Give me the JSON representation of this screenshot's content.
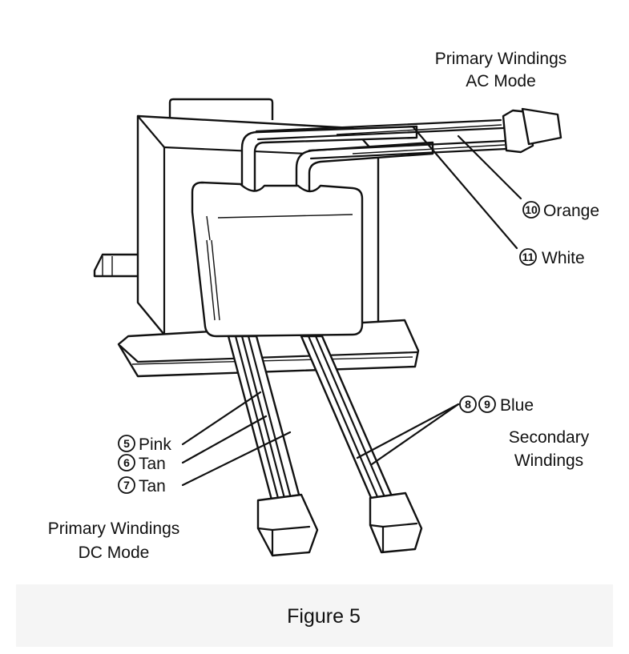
{
  "labels": {
    "top_title_1": "Primary Windings",
    "top_title_2": "AC Mode",
    "w10_num": "10",
    "w10_color": "Orange",
    "w11_num": "11",
    "w11_color": "White",
    "w8_num": "8",
    "w9_num": "9",
    "w89_color": "Blue",
    "sec_1": "Secondary",
    "sec_2": "Windings",
    "w5_num": "5",
    "w5_color": "Pink",
    "w6_num": "6",
    "w6_color": "Tan",
    "w7_num": "7",
    "w7_color": "Tan",
    "bot_title_1": "Primary Windings",
    "bot_title_2": "DC Mode"
  },
  "caption": "Figure 5"
}
